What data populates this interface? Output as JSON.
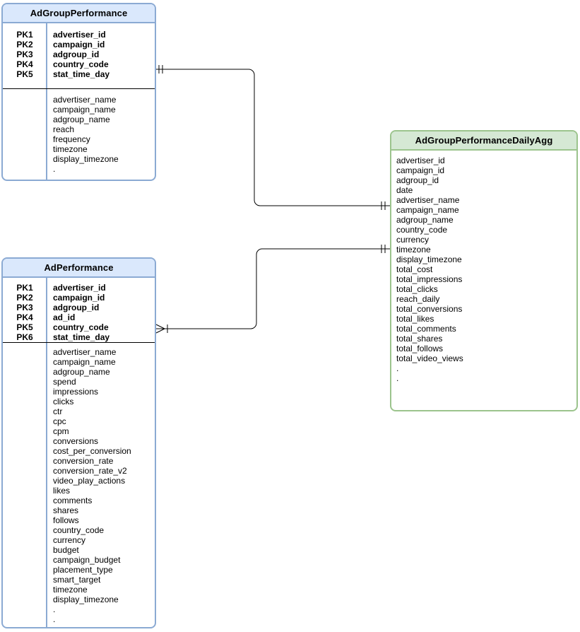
{
  "diagram": {
    "entities": [
      {
        "title": "AdGroupPerformance",
        "theme": "blue",
        "primary_keys": [
          {
            "key": "PK1",
            "field": "advertiser_id"
          },
          {
            "key": "PK2",
            "field": "campaign_id"
          },
          {
            "key": "PK3",
            "field": "adgroup_id"
          },
          {
            "key": "PK4",
            "field": "country_code"
          },
          {
            "key": "PK5",
            "field": "stat_time_day"
          }
        ],
        "attributes": [
          "advertiser_name",
          "campaign_name",
          "adgroup_name",
          "reach",
          "frequency",
          "timezone",
          "display_timezone",
          ".",
          "."
        ]
      },
      {
        "title": "AdPerformance",
        "theme": "blue",
        "primary_keys": [
          {
            "key": "PK1",
            "field": "advertiser_id"
          },
          {
            "key": "PK2",
            "field": "campaign_id"
          },
          {
            "key": "PK3",
            "field": "adgroup_id"
          },
          {
            "key": "PK4",
            "field": "ad_id"
          },
          {
            "key": "PK5",
            "field": "country_code"
          },
          {
            "key": "PK6",
            "field": "stat_time_day"
          }
        ],
        "attributes": [
          "advertiser_name",
          "campaign_name",
          "adgroup_name",
          "spend",
          "impressions",
          "clicks",
          "ctr",
          "cpc",
          "cpm",
          "conversions",
          "cost_per_conversion",
          "conversion_rate",
          "conversion_rate_v2",
          "video_play_actions",
          "likes",
          "comments",
          "shares",
          "follows",
          "country_code",
          "currency",
          "budget",
          "campaign_budget",
          "placement_type",
          "smart_target",
          "timezone",
          "display_timezone",
          ".",
          "."
        ]
      },
      {
        "title": "AdGroupPerformanceDailyAgg",
        "theme": "green",
        "primary_keys": [],
        "attributes": [
          "advertiser_id",
          "campaign_id",
          "adgroup_id",
          "date",
          "advertiser_name",
          "campaign_name",
          "adgroup_name",
          "country_code",
          "currency",
          "timezone",
          "display_timezone",
          "total_cost",
          "total_impressions",
          "total_clicks",
          "reach_daily",
          "total_conversions",
          "total_likes",
          "total_comments",
          "total_shares",
          "total_follows",
          "total_video_views",
          ".",
          "."
        ]
      }
    ],
    "relationships": [
      {
        "from_entity": "AdGroupPerformance",
        "to_entity": "AdGroupPerformanceDailyAgg",
        "from_cardinality": "exactly one",
        "to_cardinality": "exactly one",
        "notation": "crow's foot"
      },
      {
        "from_entity": "AdPerformance",
        "to_entity": "AdGroupPerformanceDailyAgg",
        "from_cardinality": "one or many",
        "to_cardinality": "exactly one",
        "notation": "crow's foot"
      }
    ]
  },
  "colors": {
    "blue_header_fill": "#dae8fc",
    "blue_border": "#8baad3",
    "green_header_fill": "#d5e8d4",
    "green_border": "#9cc48d",
    "connector_line": "#000000",
    "pk_divider": "#000000",
    "text": "#000000",
    "background": "#ffffff"
  }
}
